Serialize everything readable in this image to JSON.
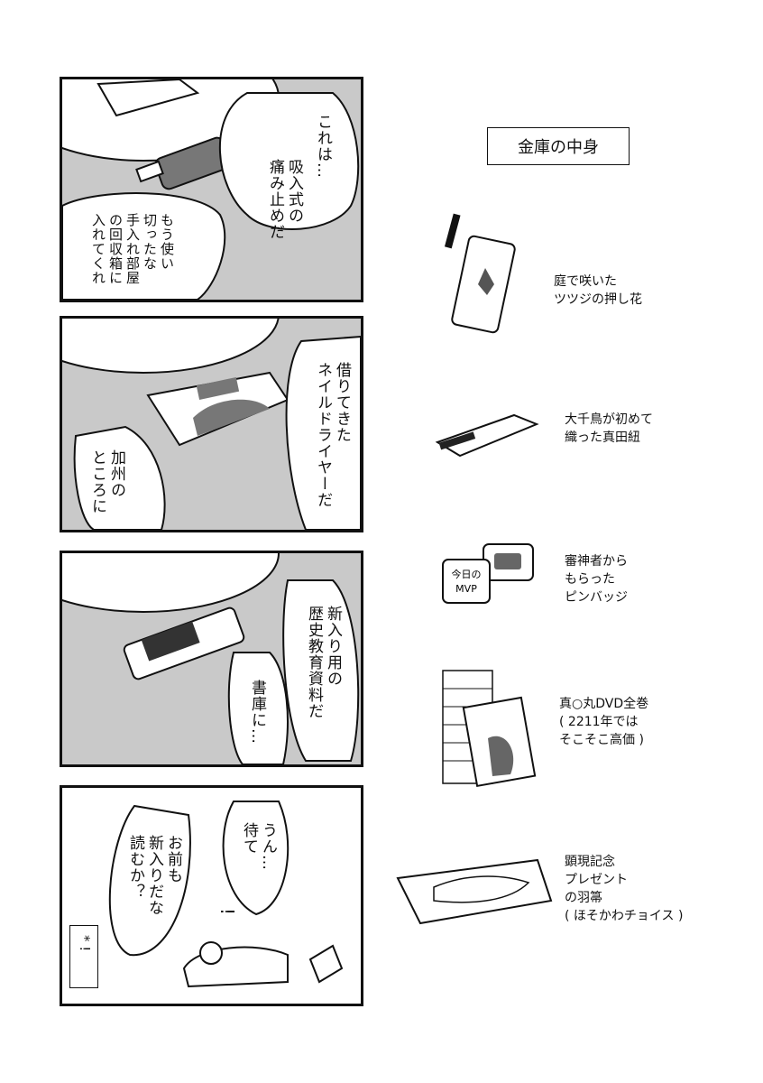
{
  "panels": [
    {
      "bubbles": [
        "これは…",
        "吸入式の\n痛み止めだ",
        "もう使い\n切ったな\n手入れ部屋\nの回収箱に\n入れてくれ"
      ]
    },
    {
      "bubbles": [
        "借りてきた\nネイルドライヤーだ",
        "加州の\nところに"
      ]
    },
    {
      "bubbles": [
        "新入り用の\n歴史教育資料だ",
        "書庫に…"
      ]
    },
    {
      "bubbles": [
        "うん…\n待て",
        "お前も\n新入りだな\n読むか？"
      ],
      "sfx": "!",
      "note": "*\n!"
    }
  ],
  "safe": {
    "title": "金庫の中身",
    "items": [
      {
        "label": "庭で咲いた\nツツジの押し花",
        "icon": "bookmark-icon"
      },
      {
        "label": "大千鳥が初めて\n織った真田紐",
        "icon": "sanada-cord-icon"
      },
      {
        "label": "審神者から\nもらった\nピンバッジ",
        "icon": "pin-badge-icon",
        "badge_text": "今日の\nMVP"
      },
      {
        "label": "真○丸DVD全巻\n( 2211年では\nそこそこ高価 )",
        "icon": "dvd-stack-icon"
      },
      {
        "label": "顕現記念\nプレゼント\nの羽箒\n( ほそかわチョイス )",
        "icon": "feather-duster-icon"
      }
    ]
  }
}
